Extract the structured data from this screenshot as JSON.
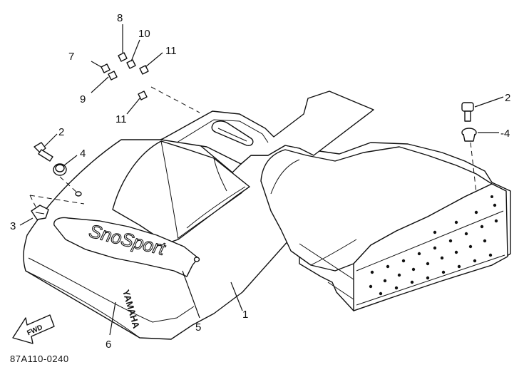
{
  "diagram": {
    "drawing_code": "87A110-0240",
    "direction_label": "FWD",
    "brand_label": "YAMAHA",
    "logo_text": "SnoSport",
    "callouts": [
      {
        "id": "c1",
        "label": "1"
      },
      {
        "id": "c2a",
        "label": "2"
      },
      {
        "id": "c2b",
        "label": "2"
      },
      {
        "id": "c3",
        "label": "3"
      },
      {
        "id": "c4a",
        "label": "4"
      },
      {
        "id": "c4b",
        "label": "-4"
      },
      {
        "id": "c5",
        "label": "5"
      },
      {
        "id": "c6",
        "label": "6"
      },
      {
        "id": "c7",
        "label": "7"
      },
      {
        "id": "c8",
        "label": "8"
      },
      {
        "id": "c9",
        "label": "9"
      },
      {
        "id": "c10",
        "label": "10"
      },
      {
        "id": "c11a",
        "label": "11"
      },
      {
        "id": "c11b",
        "label": "11"
      }
    ]
  }
}
